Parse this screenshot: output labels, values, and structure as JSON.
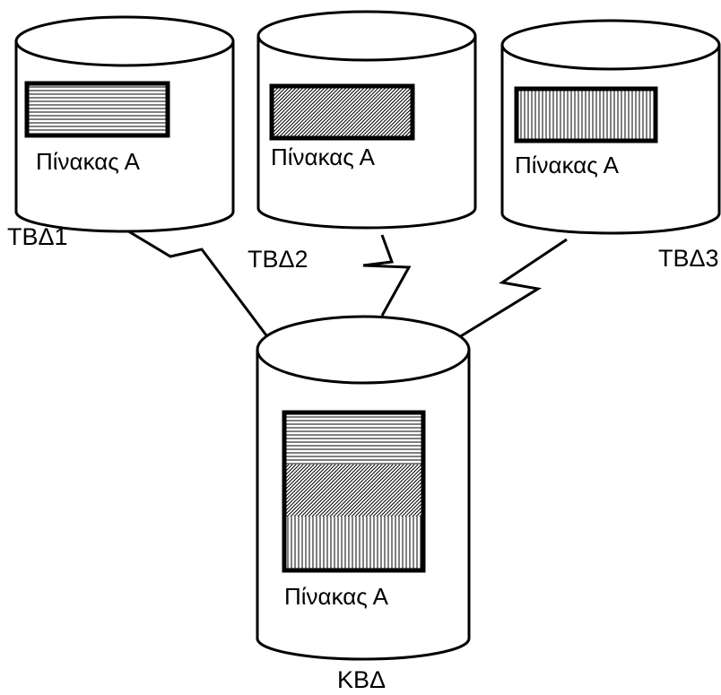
{
  "diagram": {
    "databases": [
      {
        "label": "ΤΒΔ1",
        "table_label": "Πίνακας Α",
        "fill_pattern": "horizontal-lines"
      },
      {
        "label": "ΤΒΔ2",
        "table_label": "Πίνακας Α",
        "fill_pattern": "diagonal-lines"
      },
      {
        "label": "ΤΒΔ3",
        "table_label": "Πίνακας Α",
        "fill_pattern": "vertical-lines"
      }
    ],
    "central": {
      "label": "ΚΒΔ",
      "table_label": "Πίνακας Α",
      "fill_patterns": [
        "horizontal-lines",
        "diagonal-lines",
        "vertical-lines"
      ]
    },
    "connections": [
      {
        "from": "ΤΒΔ1",
        "to": "ΚΒΔ"
      },
      {
        "from": "ΤΒΔ2",
        "to": "ΚΒΔ"
      },
      {
        "from": "ΤΒΔ3",
        "to": "ΚΒΔ"
      }
    ],
    "colors": {
      "stroke": "#000000",
      "background": "#ffffff",
      "table_fill": "#ffffff"
    }
  }
}
